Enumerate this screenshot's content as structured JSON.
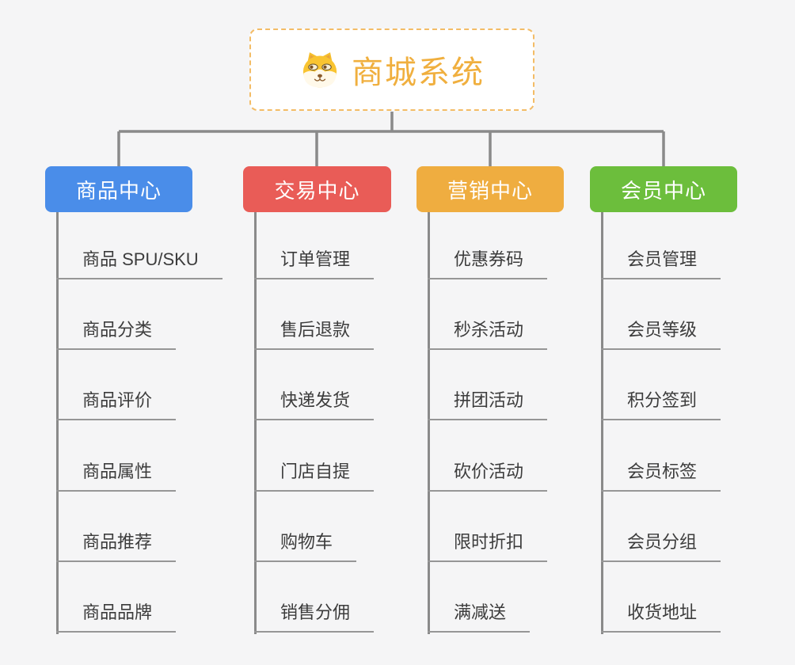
{
  "root": {
    "title": "商城系统",
    "icon": "dog-face-icon",
    "text_color": "#F0AF3E",
    "border_color": "#F3BC66"
  },
  "branches": [
    {
      "title": "商品中心",
      "color": "#4A8DE9",
      "children": [
        "商品 SPU/SKU",
        "商品分类",
        "商品评价",
        "商品属性",
        "商品推荐",
        "商品品牌"
      ]
    },
    {
      "title": "交易中心",
      "color": "#E95C57",
      "children": [
        "订单管理",
        "售后退款",
        "快递发货",
        "门店自提",
        "购物车",
        "销售分佣"
      ]
    },
    {
      "title": "营销中心",
      "color": "#EFAD40",
      "children": [
        "优惠券码",
        "秒杀活动",
        "拼团活动",
        "砍价活动",
        "限时折扣",
        "满减送"
      ]
    },
    {
      "title": "会员中心",
      "color": "#6CBE3C",
      "children": [
        "会员管理",
        "会员等级",
        "积分签到",
        "会员标签",
        "会员分组",
        "收货地址"
      ]
    }
  ],
  "colors": {
    "background": "#F5F5F6",
    "connector": "#8A8A8A",
    "child_underline": "#969696",
    "child_text": "#3C3C3C"
  }
}
